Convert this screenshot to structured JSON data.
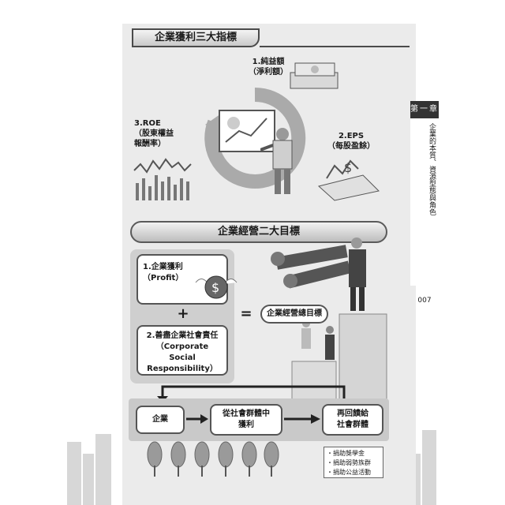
{
  "section1": {
    "title": "企業獲利三大指標"
  },
  "metrics": [
    {
      "label_line1": "1.純益額",
      "label_line2": "（淨利額）"
    },
    {
      "label_line1": "2.EPS",
      "label_line2": "（每股盈餘）"
    },
    {
      "label_line1": "3.ROE",
      "label_line2": "（股東權益",
      "label_line3": "報酬率）"
    }
  ],
  "section2": {
    "title": "企業經營二大目標"
  },
  "goals": [
    {
      "line1": "1.企業獲利",
      "line2": "（Profit）"
    },
    {
      "line1": "2.善盡企業社會責任",
      "line2": "（Corporate Social",
      "line3": "Responsibility）"
    }
  ],
  "plus_symbol": "+",
  "equals_symbol": "=",
  "overall_goal": "企業經營總目標",
  "flow": [
    {
      "line1": "企業",
      "line2": ""
    },
    {
      "line1": "從社會群體中",
      "line2": "獲利"
    },
    {
      "line1": "再回饋給",
      "line2": "社會群體"
    }
  ],
  "giveback_items": [
    "・捐助獎學金",
    "・捐助弱勢族群",
    "・捐助公益活動"
  ],
  "chapter_tab": {
    "head": "第一章",
    "title": "企業的本質、資源型態與角色"
  },
  "page_number": "007",
  "colors": {
    "panel": "#ebebeb",
    "dark": "#333333",
    "box_border": "#555555"
  }
}
